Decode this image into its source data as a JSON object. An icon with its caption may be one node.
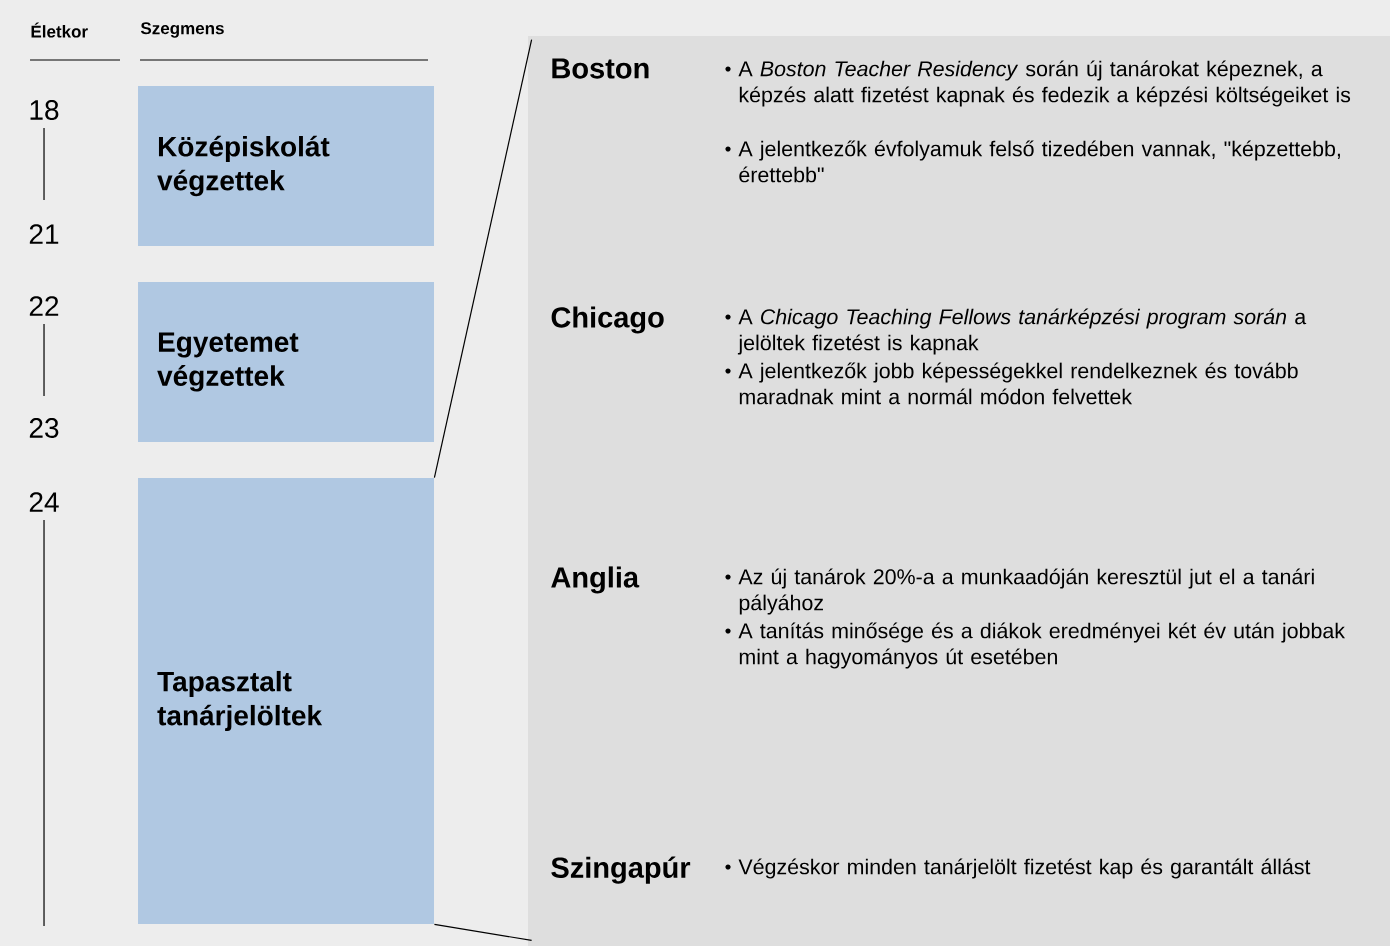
{
  "diagram": {
    "nodes": [
      {
        "text": [
          "Középiskolát végzettek"
        ]
      },
      {
        "text": [
          "Egyetemet végzettek"
        ]
      },
      {
        "text": [
          "Tapasztalt tanárjelöltek"
        ]
      },
      {
        "text": [],
        "shape": "box"
      }
    ],
    "edges": [
      {
        "from": 2,
        "to": 3,
        "arrow": "none"
      },
      {
        "from": 2,
        "to": 3,
        "arrow": "none"
      }
    ],
    "labels": [
      "Életkor",
      "Szegmens",
      "18",
      "21",
      "22",
      "23",
      "24",
      "Boston",
      "A *Boston Teacher Residency* során új tanárokat képeznek, a képzés alatt fizetést kapnak és fedezik a képzési költségeiket is",
      "A jelentkezők évfolyamuk felső tizedében vannak, \"képzettebb, érettebb\"",
      "Chicago",
      "A *Chicago Teaching Fellows tanárképzési program során* a jelöltek fizetést is kapnak",
      "A jelentkezők jobb képességekkel rendelkeznek és tovább maradnak mint a normál módon felvettek",
      "Anglia",
      "Az új tanárok 20%-a a munkaadóján keresztül jut el a tanári pályához",
      "A tanítás minősége és a diákok eredményei két év után jobbak mint a hagyományos út esetében",
      "Szingapúr",
      "Végzéskor minden tanárjelölt fizetést kap és garantált állást"
    ]
  }
}
